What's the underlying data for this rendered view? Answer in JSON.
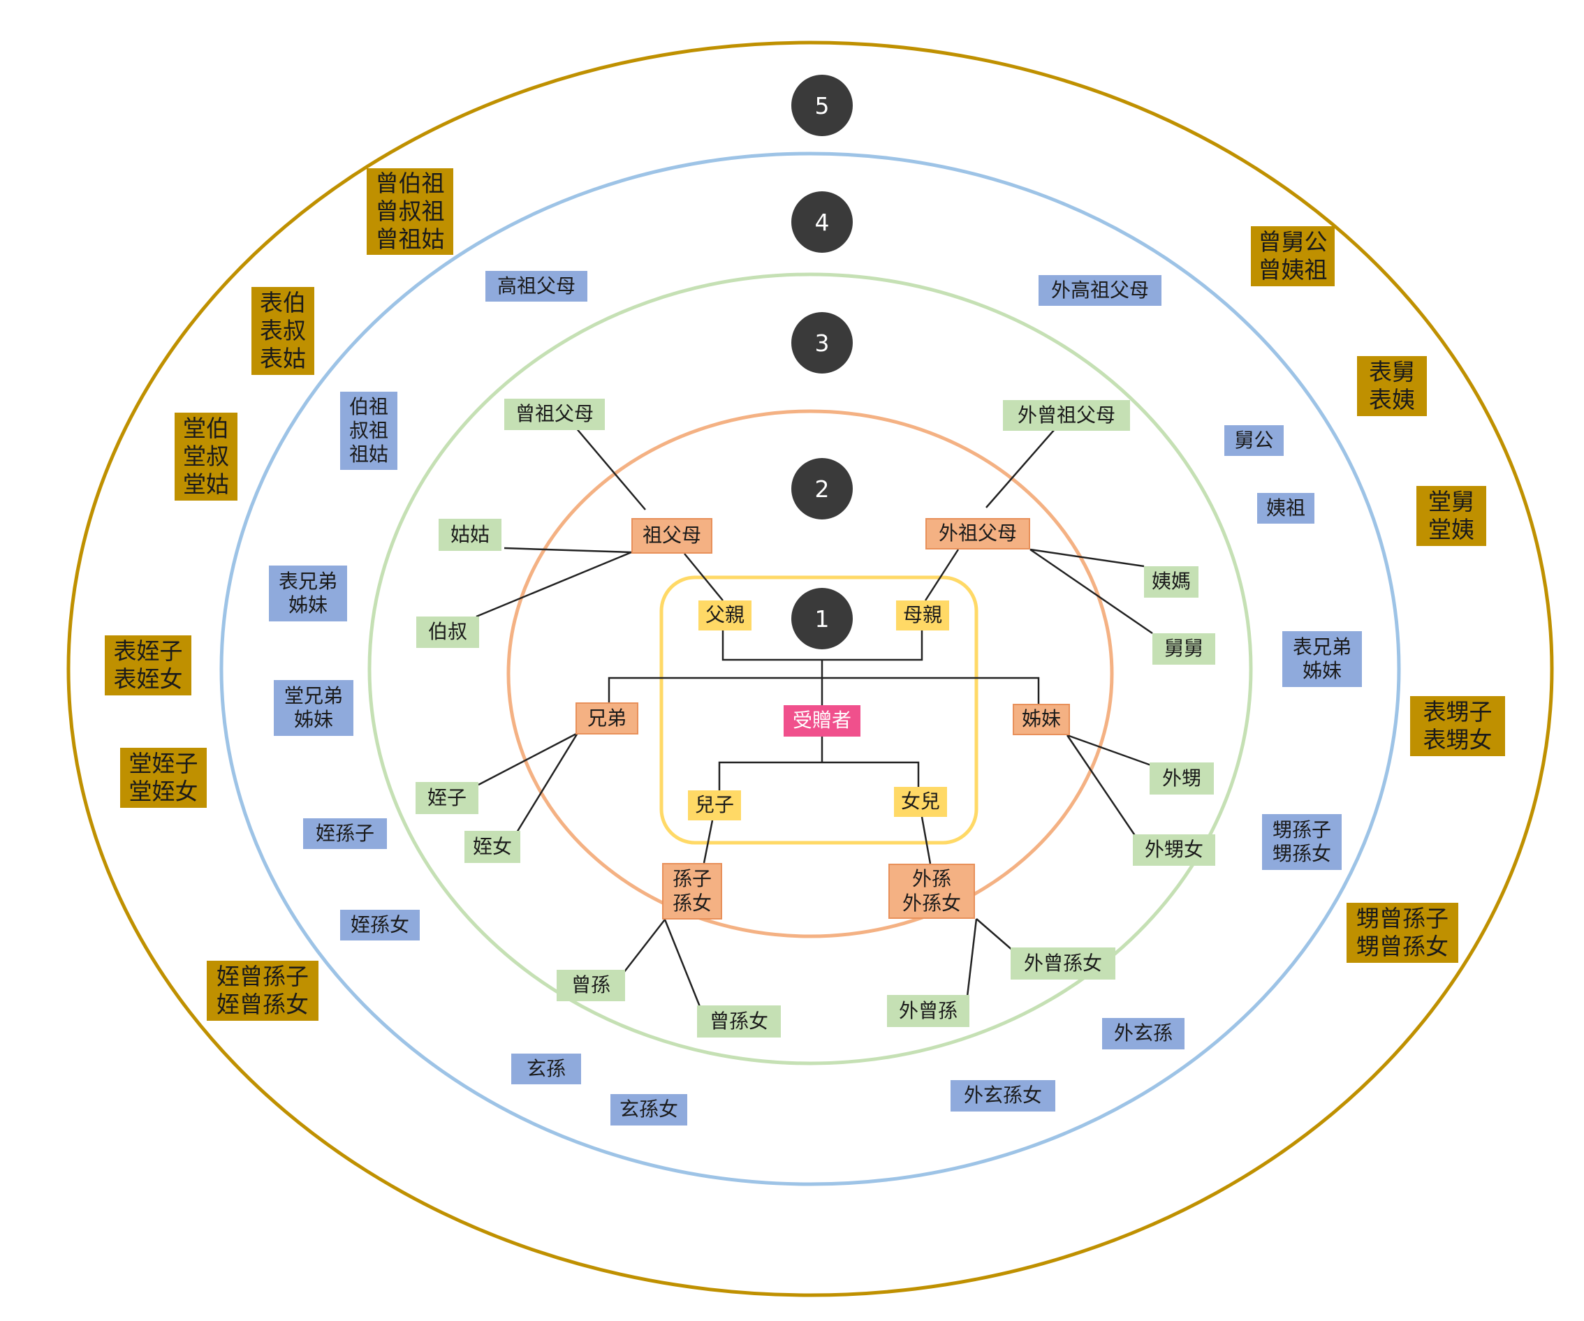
{
  "rings": [
    {
      "level": "1",
      "color": "#ffd966"
    },
    {
      "level": "2",
      "color": "#f4b183"
    },
    {
      "level": "3",
      "color": "#c5e0b4"
    },
    {
      "level": "4",
      "color": "#9dc3e6"
    },
    {
      "level": "5",
      "color": "#bf9000"
    }
  ],
  "nodes": {
    "center": "受贈者",
    "father": "父親",
    "mother": "母親",
    "son": "兒子",
    "daughter": "女兒",
    "grandparents": "祖父母",
    "maternal_grandparents": "外祖父母",
    "brothers": "兄弟",
    "sisters": "姊妹",
    "grandchildren": "孫子\n孫女",
    "daughter_grandchildren": "外孫\n外孫女",
    "great_grandparents": "曾祖父母",
    "maternal_great_grandparents": "外曾祖父母",
    "aunt_paternal": "姑姑",
    "uncles_paternal": "伯叔",
    "aunt_maternal": "姨媽",
    "uncle_maternal": "舅舅",
    "nephew": "姪子",
    "niece": "姪女",
    "sister_son": "外甥",
    "sister_daughter": "外甥女",
    "great_grandson": "曾孫",
    "great_granddaughter": "曾孫女",
    "outer_great_grandson": "外曾孫",
    "outer_great_granddaughter": "外曾孫女",
    "great_great_grandparents": "高祖父母",
    "maternal_great_great_grandparents": "外高祖父母",
    "grand_uncles_aunts": "伯祖\n叔祖\n祖姑",
    "maternal_grand_uncle": "舅公",
    "maternal_grand_aunt": "姨祖",
    "cousins_left": "表兄弟\n姊妹",
    "paternal_cousins": "堂兄弟\n姊妹",
    "cousins_right": "表兄弟\n姊妹",
    "grandnephew": "姪孫子",
    "grandniece": "姪孫女",
    "sister_grandchildren": "甥孫子\n甥孫女",
    "great_great_grandson": "玄孫",
    "great_great_granddaughter": "玄孫女",
    "outer_great_great_grandson": "外玄孫",
    "outer_great_great_granddaughter": "外玄孫女",
    "great_grand_uncles": "曾伯祖\n曾叔祖\n曾祖姑",
    "biao_uncles_aunts": "表伯\n表叔\n表姑",
    "tang_uncles_aunts": "堂伯\n堂叔\n堂姑",
    "biao_nephews": "表姪子\n表姪女",
    "tang_nephews": "堂姪子\n堂姪女",
    "great_grandnephews": "姪曾孫子\n姪曾孫女",
    "great_maternal_grand": "曾舅公\n曾姨祖",
    "biao_maternal": "表舅\n表姨",
    "tang_maternal": "堂舅\n堂姨",
    "biao_sister_children": "表甥子\n表甥女",
    "sister_great_grandchildren": "甥曾孫子\n甥曾孫女"
  }
}
